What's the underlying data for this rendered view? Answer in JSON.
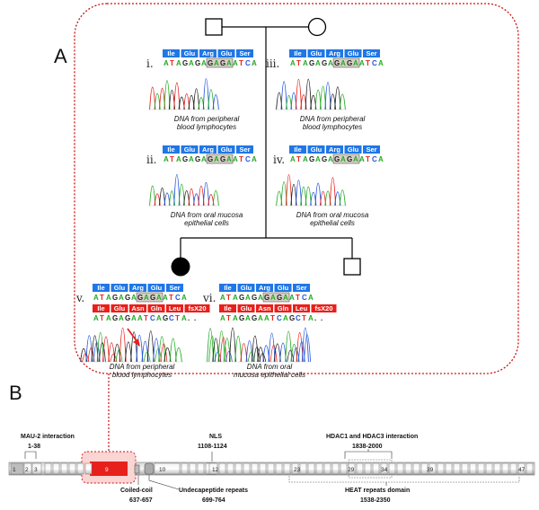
{
  "panels": {
    "a": "A",
    "b": "B"
  },
  "sequencing": [
    {
      "id": "i",
      "roman": "i.",
      "mutant": false,
      "wt_aa": [
        "Ile",
        "Glu",
        "Arg",
        "Glu",
        "Ser"
      ],
      "wt_seq": "ATAGAGAGAGAATCA",
      "caption1": "DNA from peripheral",
      "caption2": "blood lymphocytes"
    },
    {
      "id": "ii",
      "roman": "ii.",
      "mutant": false,
      "wt_aa": [
        "Ile",
        "Glu",
        "Arg",
        "Glu",
        "Ser"
      ],
      "wt_seq": "ATAGAGAGAGAATCA",
      "caption1": "DNA from oral mucosa",
      "caption2": "epithelial cells"
    },
    {
      "id": "iii",
      "roman": "iii.",
      "mutant": false,
      "wt_aa": [
        "Ile",
        "Glu",
        "Arg",
        "Glu",
        "Ser"
      ],
      "wt_seq": "ATAGAGAGAGAATCA",
      "caption1": "DNA from peripheral",
      "caption2": "blood lymphocytes"
    },
    {
      "id": "iv",
      "roman": "iv.",
      "mutant": false,
      "wt_aa": [
        "Ile",
        "Glu",
        "Arg",
        "Glu",
        "Ser"
      ],
      "wt_seq": "ATAGAGAGAGAATCA",
      "caption1": "DNA from oral mucosa",
      "caption2": "epithelial cells"
    },
    {
      "id": "v",
      "roman": "v.",
      "mutant": true,
      "wt_aa": [
        "Ile",
        "Glu",
        "Arg",
        "Glu",
        "Ser"
      ],
      "wt_seq": "ATAGAGAGAGAATCA",
      "mut_aa": [
        "Ile",
        "Glu",
        "Asn",
        "Gln",
        "Leu",
        "fsX20"
      ],
      "mut_seq": "ATAGAGAATCAGCTA..",
      "caption1": "DNA from peripheral",
      "caption2": "blood lymphocytes"
    },
    {
      "id": "vi",
      "roman": "vi.",
      "mutant": true,
      "wt_aa": [
        "Ile",
        "Glu",
        "Arg",
        "Glu",
        "Ser"
      ],
      "wt_seq": "ATAGAGAGAGAATCA",
      "mut_aa": [
        "Ile",
        "Glu",
        "Asn",
        "Gln",
        "Leu",
        "fsX20"
      ],
      "mut_seq": "ATAGAGAATCAGCTA..",
      "caption1": "DNA from oral",
      "caption2": "mucosa epithelial cells"
    }
  ],
  "gene": {
    "exon_labels": [
      "1",
      "2",
      "3",
      "9",
      "10",
      "12",
      "23",
      "29",
      "34",
      "39",
      "47"
    ],
    "domains": {
      "mau2": {
        "name": "MAU-2 interaction",
        "range": "1-38"
      },
      "nls": {
        "name": "NLS",
        "range": "1108-1124"
      },
      "hdac": {
        "name": "HDAC1 and HDAC3 interaction",
        "range": "1838-2000"
      },
      "coiled": {
        "name": "Coiled-coil",
        "range": "637-657"
      },
      "undecapeptide": {
        "name": "Undecapeptide repeats",
        "range": "699-764"
      },
      "heat": {
        "name": "HEAT repeats domain",
        "range": "1538-2350"
      }
    }
  },
  "colors": {
    "wt_aa_box": "#1f77e6",
    "mut_aa_box": "#e8201b",
    "dotted_border": "#cc1111",
    "exon_9": "#e8201b",
    "base_A": "#22aa22",
    "base_T": "#e8201b",
    "base_G": "#222222",
    "base_C": "#2255dd"
  }
}
